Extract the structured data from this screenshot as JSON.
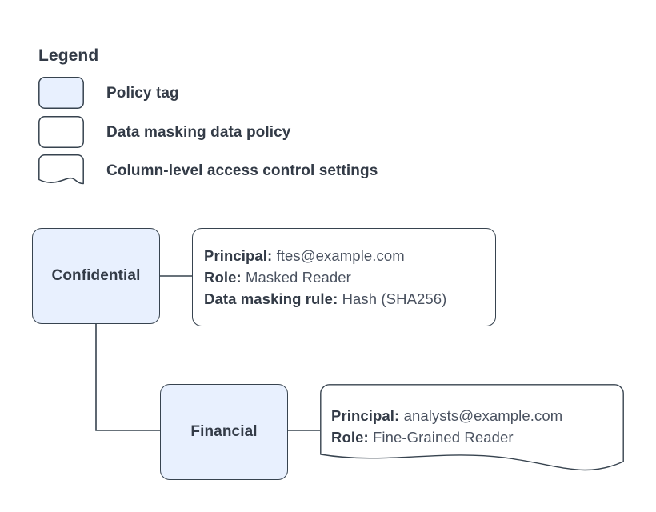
{
  "legend": {
    "title": "Legend",
    "items": [
      {
        "shape": "rounded-rect-filled",
        "label": "Policy tag"
      },
      {
        "shape": "rounded-rect",
        "label": "Data masking data policy"
      },
      {
        "shape": "document-wavy",
        "label": "Column-level access control settings"
      }
    ]
  },
  "colors": {
    "node_fill": "#e8f0fe",
    "border": "#37434f",
    "text": "#333b47",
    "value_text": "#4a5260",
    "background": "#ffffff"
  },
  "diagram": {
    "nodes": [
      {
        "id": "confidential",
        "label": "Confidential",
        "type": "policy-tag"
      },
      {
        "id": "financial",
        "label": "Financial",
        "type": "policy-tag"
      }
    ],
    "notes": [
      {
        "id": "confidential-policy",
        "type": "data-masking-data-policy",
        "lines": [
          {
            "key": "Principal:",
            "value": "ftes@example.com"
          },
          {
            "key": "Role:",
            "value": "Masked Reader"
          },
          {
            "key": "Data masking rule:",
            "value": "Hash (SHA256)"
          }
        ]
      },
      {
        "id": "financial-settings",
        "type": "column-level-access-control-settings",
        "lines": [
          {
            "key": "Principal:",
            "value": "analysts@example.com"
          },
          {
            "key": "Role:",
            "value": "Fine-Grained Reader"
          }
        ]
      }
    ],
    "edges": [
      {
        "from": "confidential",
        "to": "confidential-policy"
      },
      {
        "from": "confidential",
        "to": "financial"
      },
      {
        "from": "financial",
        "to": "financial-settings"
      }
    ]
  }
}
